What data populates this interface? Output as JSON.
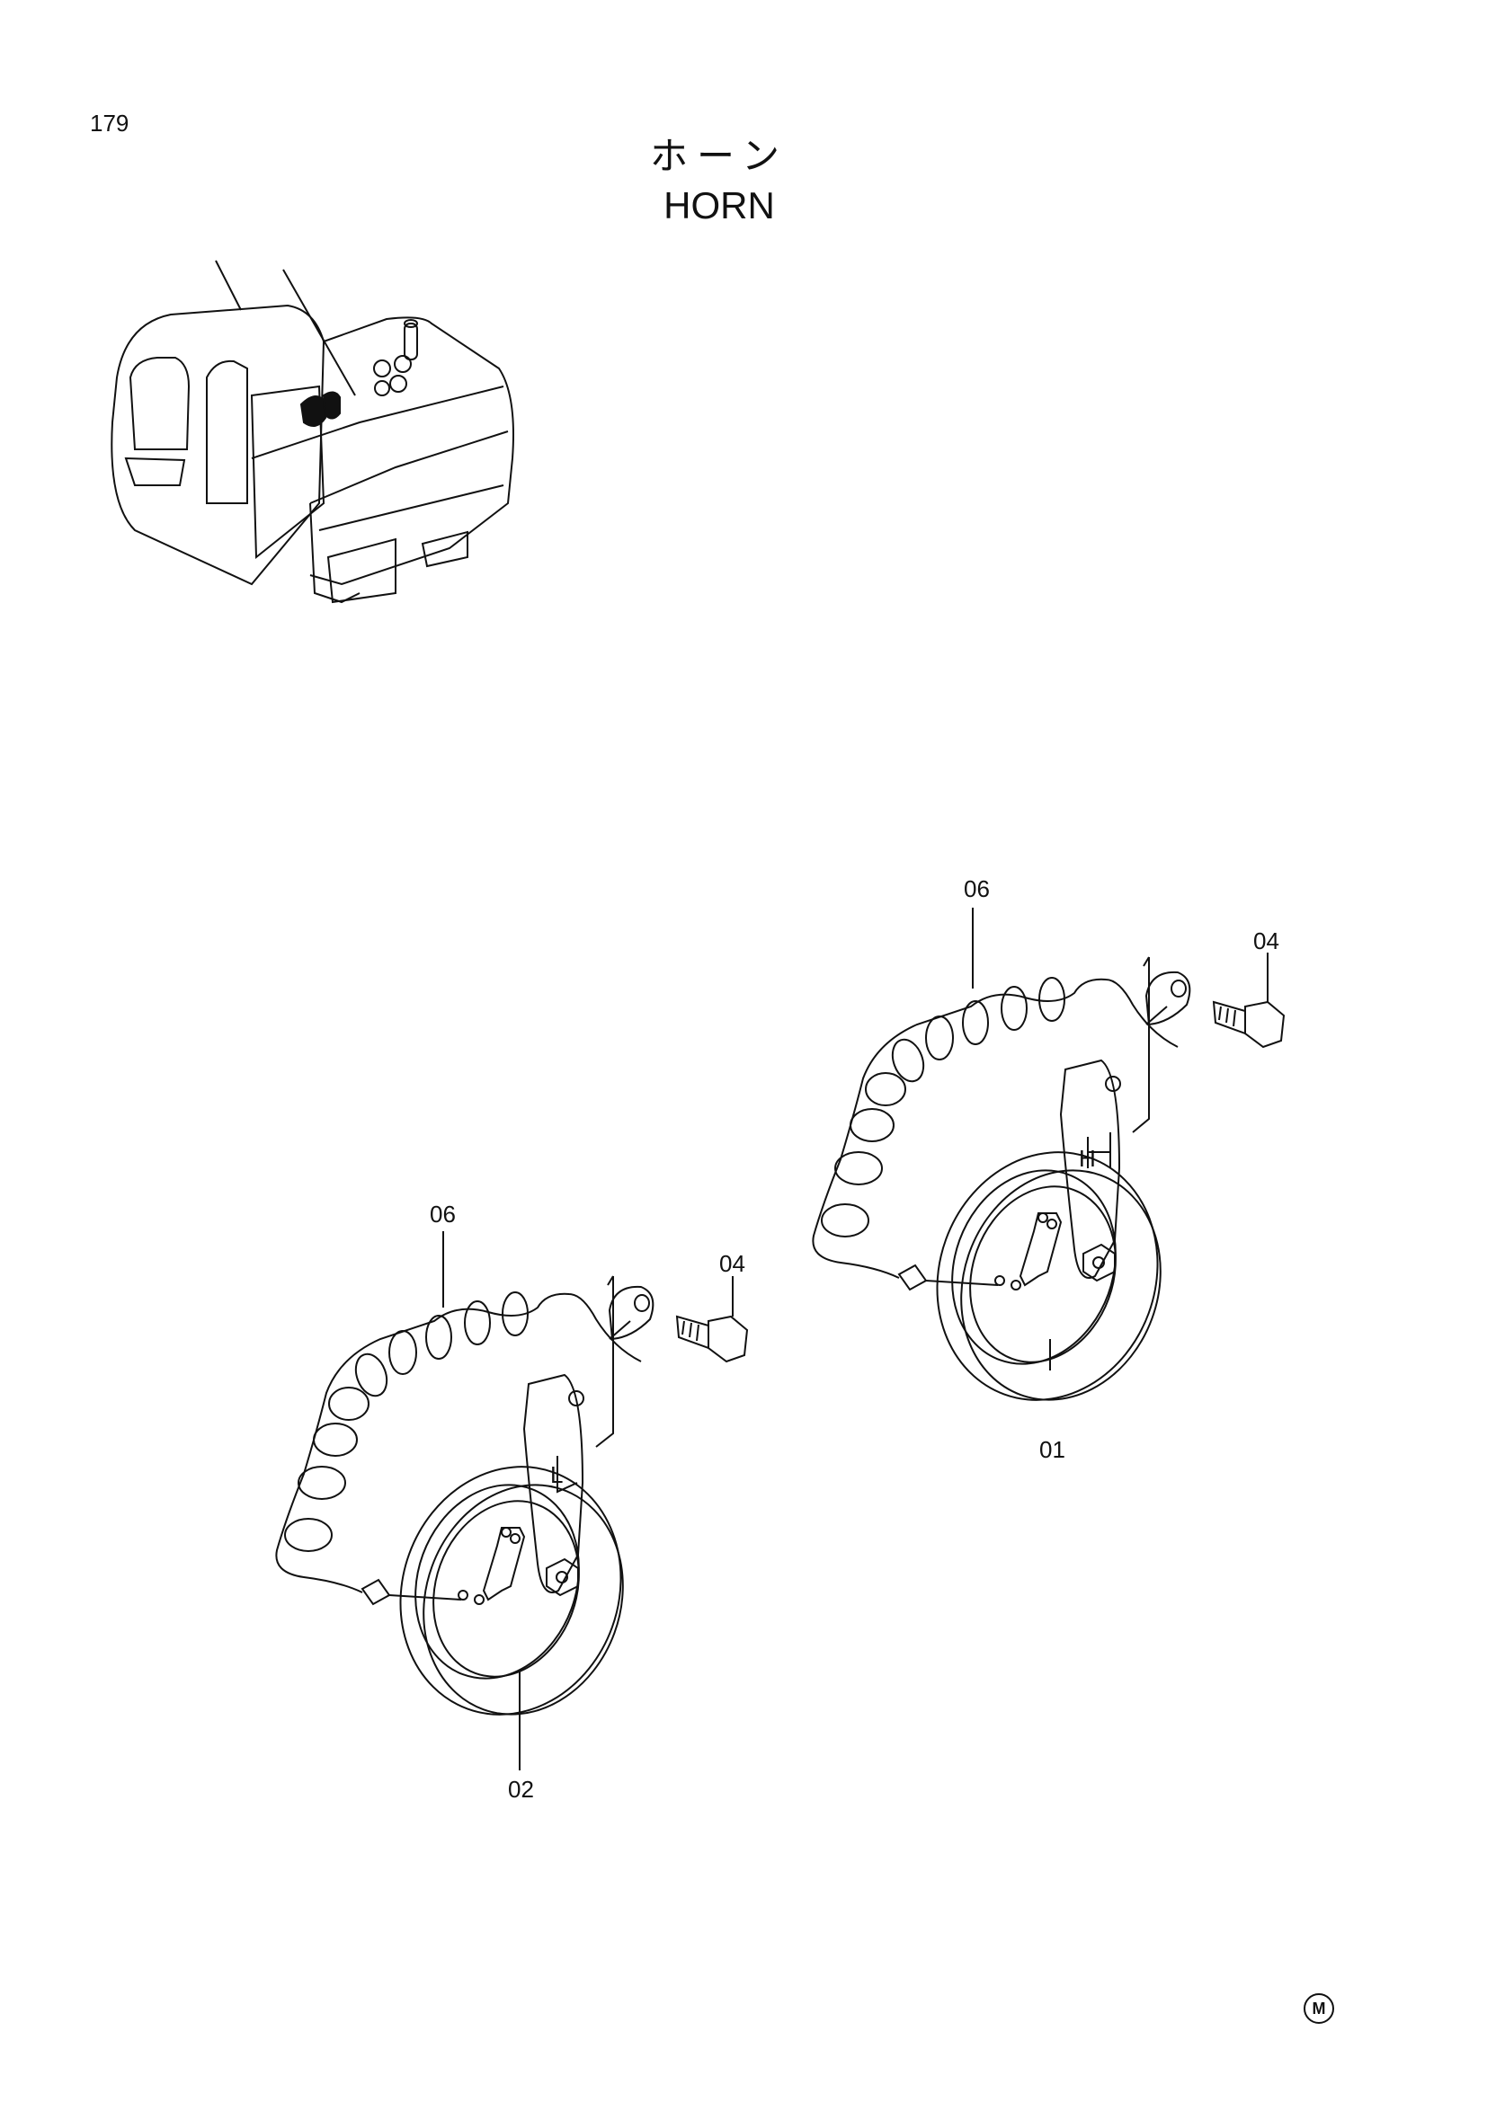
{
  "header": {
    "page_number": "179",
    "title_jp": "ホーン",
    "title_en": "HORN"
  },
  "callouts": {
    "upper_horn": {
      "wire": "06",
      "bolt": "04",
      "horn": "01",
      "bracket_letter": "H"
    },
    "lower_horn": {
      "wire": "06",
      "bolt": "04",
      "horn": "02",
      "bracket_letter": "L"
    }
  },
  "footer": {
    "mark": "M"
  },
  "icons": [
    "excavator-location-icon",
    "horn-icon",
    "bolt-icon",
    "coil-wire-icon"
  ]
}
